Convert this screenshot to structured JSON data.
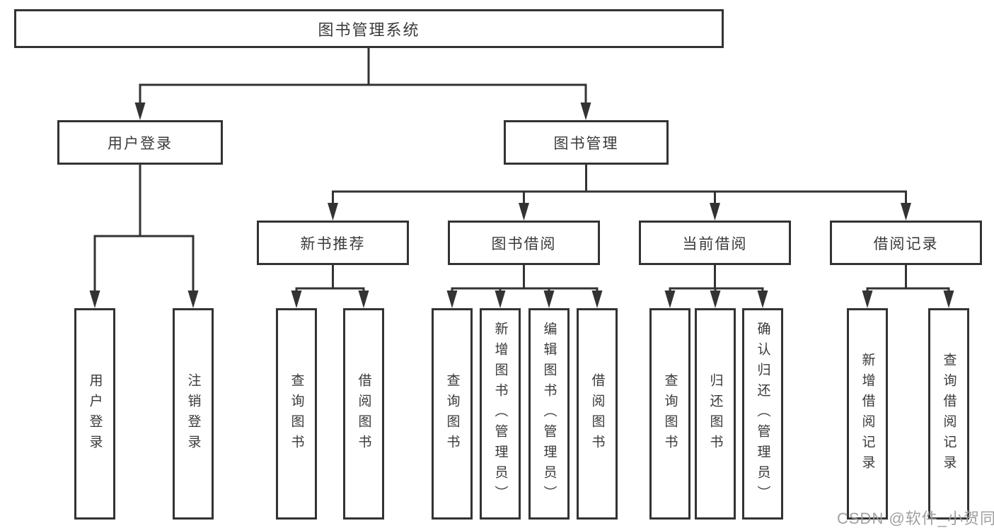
{
  "colors": {
    "line": "#333333",
    "text": "#3a3a3a",
    "background": "#ffffff",
    "watermark": "#9b9b9b"
  },
  "watermark": {
    "text": "CSDN @软件_小贺同学"
  },
  "diagram": {
    "type": "hierarchy-tree",
    "root": {
      "label": "图书管理系统",
      "children": [
        {
          "label": "用户登录",
          "children": [
            {
              "label": "用户登录"
            },
            {
              "label": "注销登录"
            }
          ]
        },
        {
          "label": "图书管理",
          "children": [
            {
              "label": "新书推荐",
              "children": [
                {
                  "label": "查询图书"
                },
                {
                  "label": "借阅图书"
                }
              ]
            },
            {
              "label": "图书借阅",
              "children": [
                {
                  "label": "查询图书"
                },
                {
                  "label": "新增图书（管理员）"
                },
                {
                  "label": "编辑图书（管理员）"
                },
                {
                  "label": "借阅图书"
                }
              ]
            },
            {
              "label": "当前借阅",
              "children": [
                {
                  "label": "查询图书"
                },
                {
                  "label": "归还图书"
                },
                {
                  "label": "确认归还（管理员）"
                }
              ]
            },
            {
              "label": "借阅记录",
              "children": [
                {
                  "label": "新增借阅记录"
                },
                {
                  "label": "查询借阅记录"
                }
              ]
            }
          ]
        }
      ]
    }
  }
}
